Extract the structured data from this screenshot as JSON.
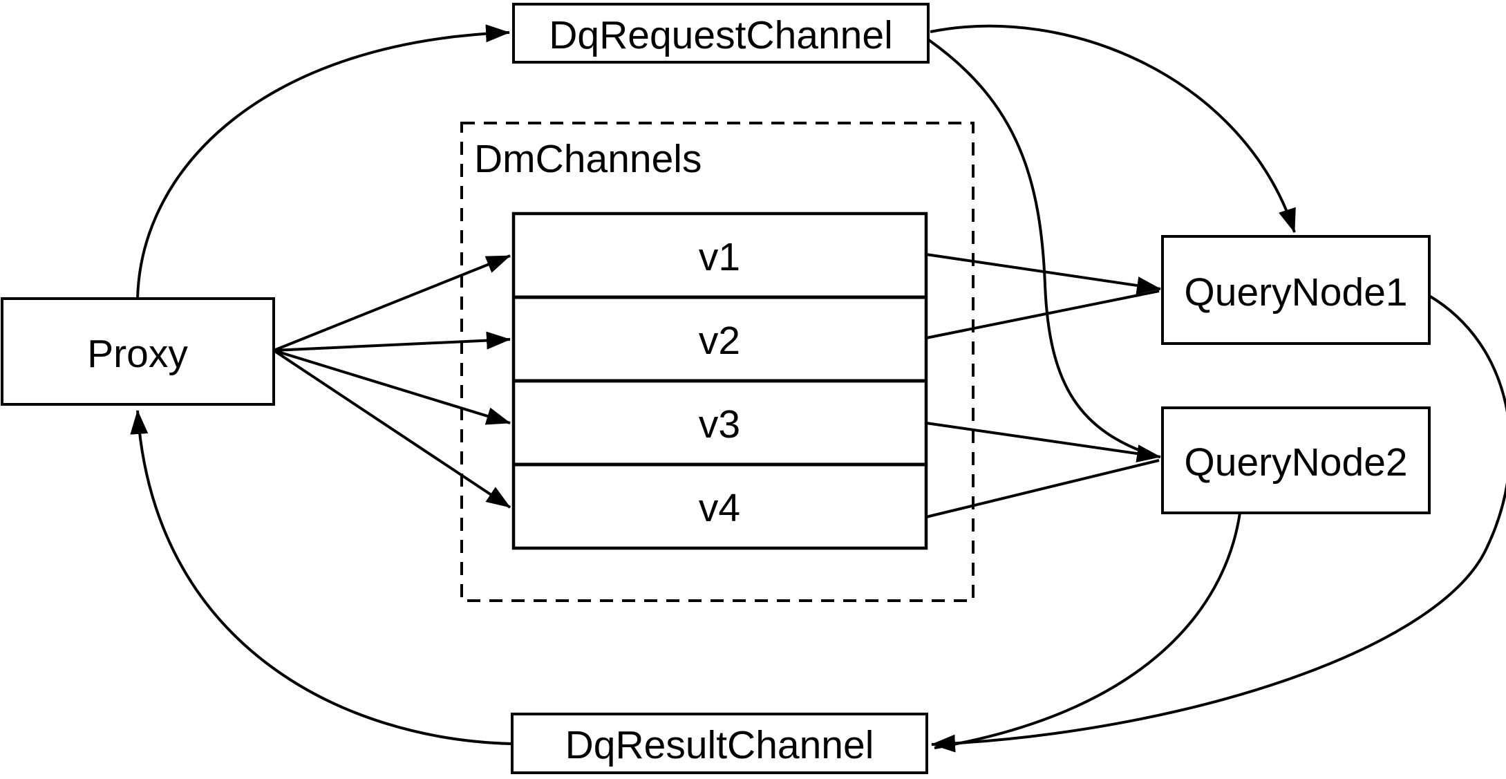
{
  "diagram": {
    "background": "#ffffff",
    "line_color": "#000000",
    "nodes": {
      "proxy": {
        "label": "Proxy"
      },
      "dq_request_channel": {
        "label": "DqRequestChannel"
      },
      "dm_channels": {
        "label": "DmChannels",
        "channels": [
          "v1",
          "v2",
          "v3",
          "v4"
        ]
      },
      "query_node_1": {
        "label": "QueryNode1"
      },
      "query_node_2": {
        "label": "QueryNode2"
      },
      "dq_result_channel": {
        "label": "DqResultChannel"
      }
    },
    "edges": [
      {
        "from": "Proxy",
        "to": "DqRequestChannel"
      },
      {
        "from": "DqRequestChannel",
        "to": "QueryNode1"
      },
      {
        "from": "DqRequestChannel",
        "to": "QueryNode2"
      },
      {
        "from": "Proxy",
        "to": "v1"
      },
      {
        "from": "Proxy",
        "to": "v2"
      },
      {
        "from": "Proxy",
        "to": "v3"
      },
      {
        "from": "Proxy",
        "to": "v4"
      },
      {
        "from": "v1",
        "to": "QueryNode1"
      },
      {
        "from": "v2",
        "to": "QueryNode1"
      },
      {
        "from": "v3",
        "to": "QueryNode2"
      },
      {
        "from": "v4",
        "to": "QueryNode2"
      },
      {
        "from": "QueryNode1",
        "to": "DqResultChannel"
      },
      {
        "from": "QueryNode2",
        "to": "DqResultChannel"
      },
      {
        "from": "DqResultChannel",
        "to": "Proxy"
      }
    ]
  }
}
